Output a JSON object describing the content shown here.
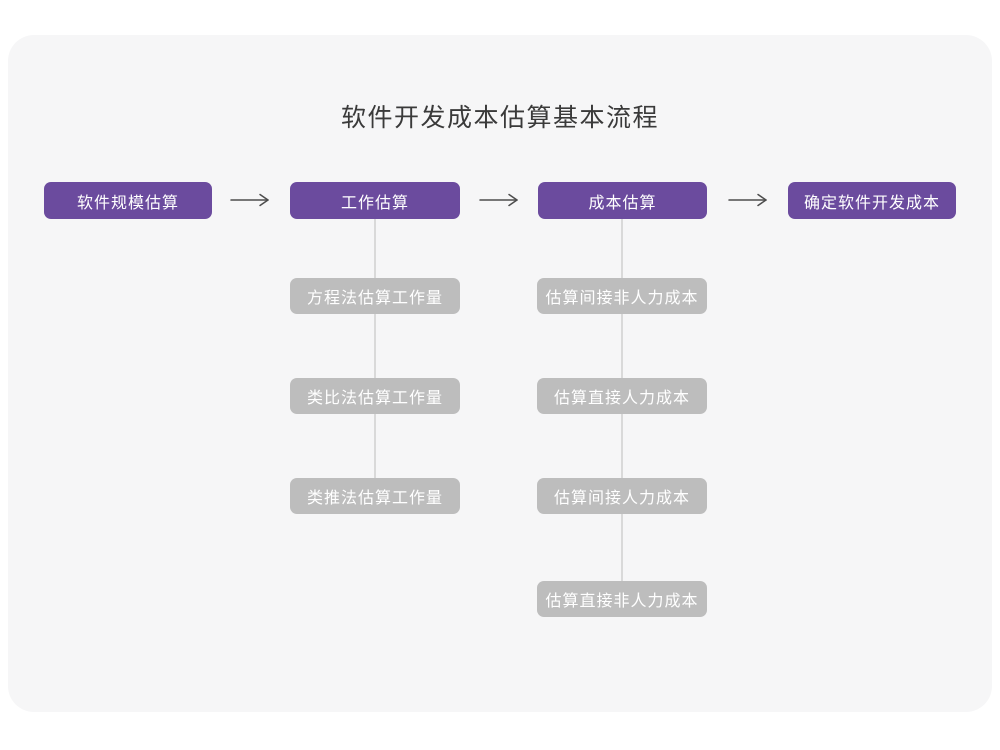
{
  "title": "软件开发成本估算基本流程",
  "colors": {
    "page_bg": "#ffffff",
    "card_bg": "#f6f6f7",
    "primary": "#6b4b9e",
    "secondary": "#bdbdbd",
    "connector": "#d9d9d9",
    "arrow": "#4d4d4d",
    "title_text": "#3a3a3a",
    "box_text": "#ffffff"
  },
  "flow": {
    "steps": [
      {
        "label": "软件规模估算"
      },
      {
        "label": "工作估算"
      },
      {
        "label": "成本估算"
      },
      {
        "label": "确定软件开发成本"
      }
    ],
    "work_substeps": [
      {
        "label": "方程法估算工作量"
      },
      {
        "label": "类比法估算工作量"
      },
      {
        "label": "类推法估算工作量"
      }
    ],
    "cost_substeps": [
      {
        "label": "估算间接非人力成本"
      },
      {
        "label": "估算直接人力成本"
      },
      {
        "label": "估算间接人力成本"
      },
      {
        "label": "估算直接非人力成本"
      }
    ]
  }
}
